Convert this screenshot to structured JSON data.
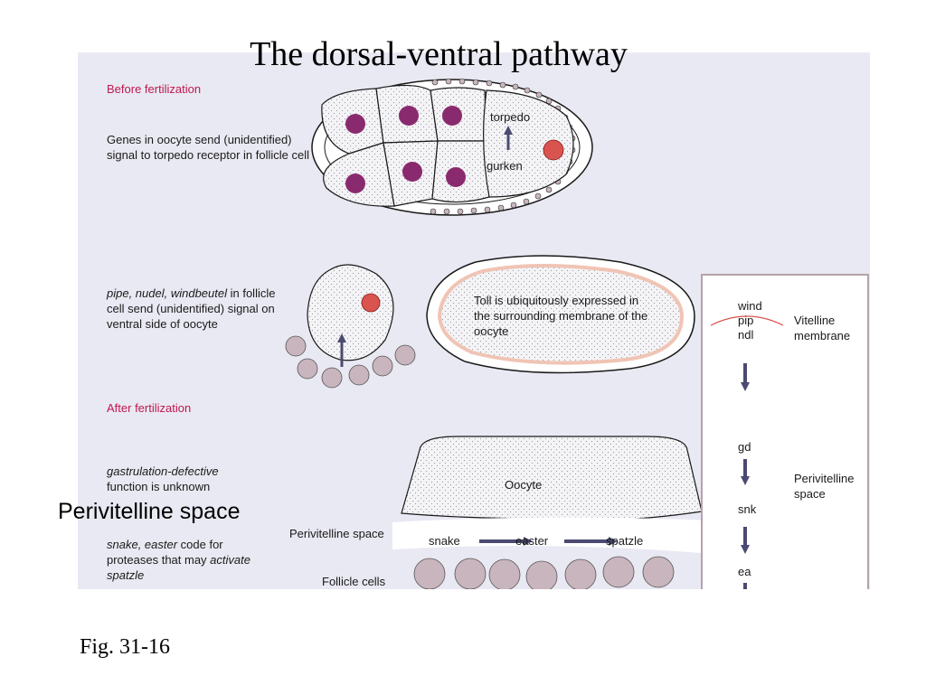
{
  "title": "The dorsal-ventral pathway",
  "sections": {
    "before_heading": "Before fertilization",
    "before_text": "Genes in oocyte send (unidentified) signal to torpedo receptor in follicle cell",
    "pipe_text_italic": "pipe, nudel, windbeutel",
    "pipe_text_plain": " in follicle cell send (unidentified) signal on ventral side of oocyte",
    "after_heading": "After fertilization",
    "gd_italic": "gastrulation-defective",
    "gd_plain": "function is unknown",
    "snake_italic": "snake, easter",
    "snake_plain": " code for proteases that may ",
    "snake_italic2": "activate spatzle"
  },
  "egg_chamber": {
    "torpedo_label": "torpedo",
    "gurken_label": "gurken"
  },
  "toll_text": "Toll is ubiquitously expressed in the surrounding membrane of the oocyte",
  "bottom": {
    "oocyte_label": "Oocyte",
    "perivitelline_label": "Perivitelline space",
    "follicle_label": "Follicle cells",
    "cascade": [
      "snake",
      "easter",
      "spatzle"
    ]
  },
  "sidebar": {
    "genes_top": [
      "wind",
      "pip",
      "ndl"
    ],
    "vitelline_label": "Vitelline membrane",
    "gd": "gd",
    "snk": "snk",
    "ea": "ea",
    "perivitelline_label": "Perivitelline space"
  },
  "overlay_label": "Perivitelline space",
  "figure_caption": "Fig. 31-16",
  "colors": {
    "heading": "#c0174f",
    "panel_bg": "#e9e9f3",
    "nucleus_purple": "#8a2a6e",
    "nucleus_red": "#d9534f",
    "arrow": "#4a4a72",
    "follicle_cell": "#c9b5bd"
  }
}
